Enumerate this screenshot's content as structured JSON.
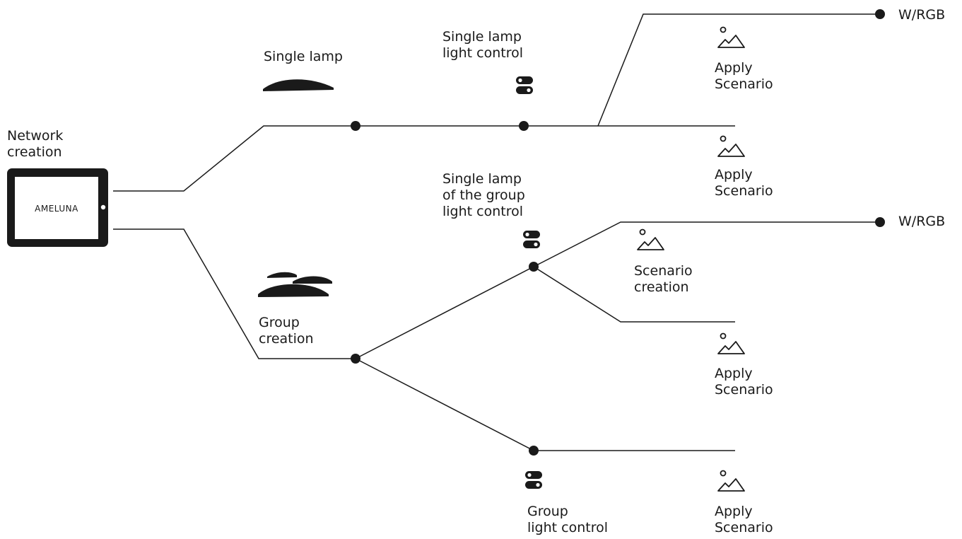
{
  "labels": {
    "network": [
      "Network",
      "creation"
    ],
    "single_lamp": "Single lamp",
    "single_lamp_control": [
      "Single lamp",
      "light control"
    ],
    "group_lamp_control": [
      "Single lamp",
      "of the group",
      "light control"
    ],
    "group_creation": [
      "Group",
      "creation"
    ],
    "group_light_control": [
      "Group",
      "light control"
    ],
    "scenario_creation": [
      "Scenario",
      "creation"
    ],
    "apply_scenario": [
      "Apply",
      "Scenario"
    ],
    "wrgb": "W/RGB"
  },
  "tablet": {
    "brand": "AMELUNA"
  },
  "icons": {
    "lamp": "single-lamp-icon",
    "group_lamps": "group-lamps-icon",
    "toggle": "toggle-switch-icon",
    "scenario": "landscape-scenario-icon",
    "tablet": "tablet-device-icon"
  },
  "colors": {
    "ink": "#1a1a1a",
    "background": "#ffffff"
  }
}
